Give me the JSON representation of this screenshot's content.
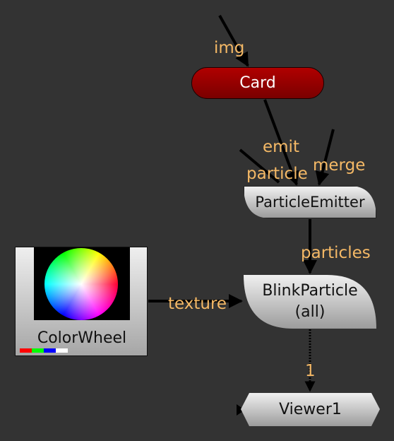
{
  "nodes": {
    "card": {
      "label": "Card"
    },
    "particle_emitter": {
      "label": "ParticleEmitter"
    },
    "blink_particle": {
      "line1": "BlinkParticle",
      "line2": "(all)"
    },
    "color_wheel": {
      "label": "ColorWheel",
      "swatches": [
        "#ff0000",
        "#00ff00",
        "#0000ff",
        "#ffffff"
      ]
    },
    "viewer": {
      "label": "Viewer1"
    }
  },
  "edge_labels": {
    "img": "img",
    "emit": "emit",
    "particle": "particle",
    "merge": "merge",
    "particles": "particles",
    "texture": "texture",
    "viewer_input": "1"
  },
  "colors": {
    "background": "#333333",
    "edge": "#000000",
    "label": "#f5b966",
    "card_red": "#990000"
  }
}
